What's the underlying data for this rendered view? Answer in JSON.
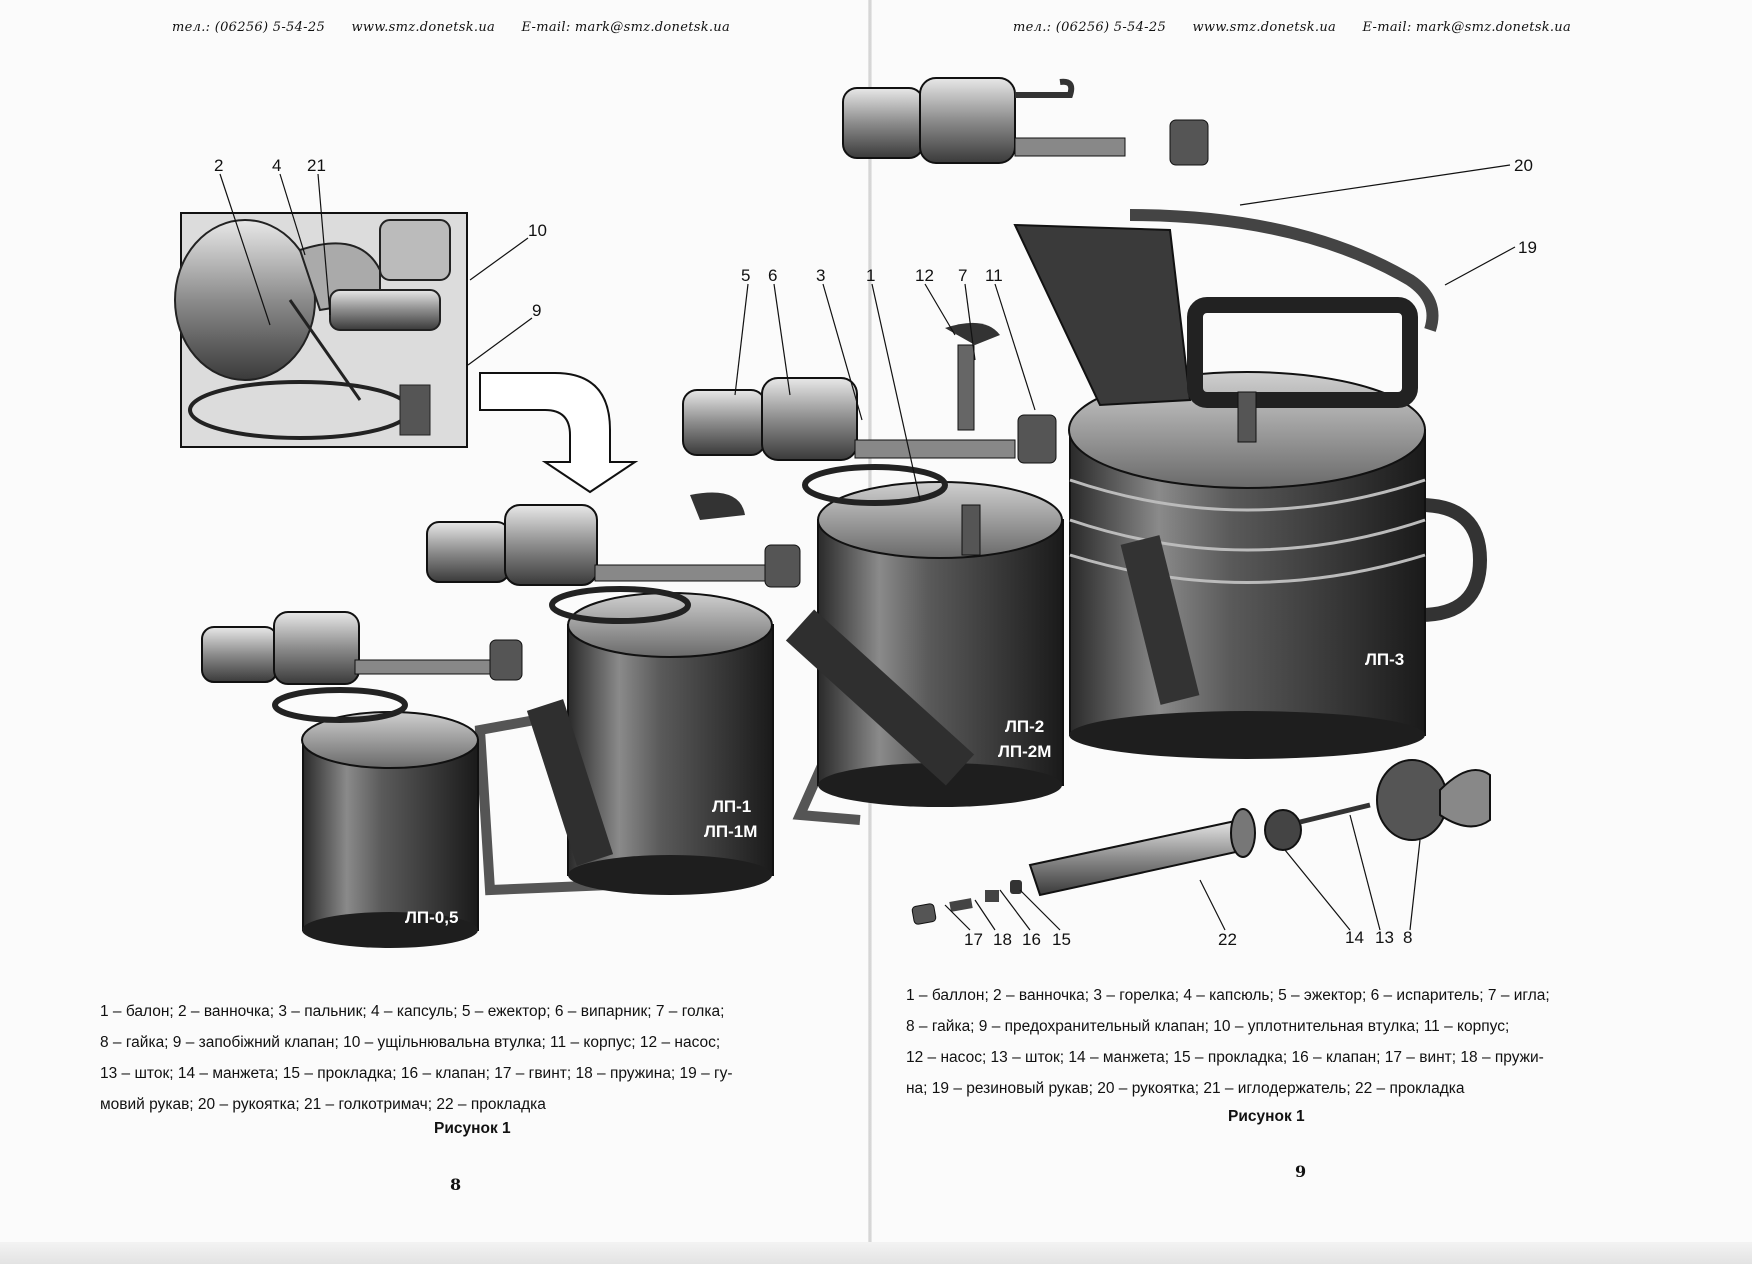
{
  "left_page": {
    "header": {
      "phone": "тел.: (06256) 5-54-25",
      "site": "www.smz.donetsk.ua",
      "email": "E-mail: mark@smz.donetsk.ua"
    },
    "caption_lines": [
      "1 – балон; 2 – ванночка; 3 – пальник; 4 – капсуль; 5 – ежектор; 6 – випарник; 7 – голка;",
      "8 – гайка; 9 – запобіжний клапан; 10 – ущільнювальна втулка; 11 – корпус; 12 – насос;",
      "13 – шток; 14 – манжета; 15 – прокладка; 16 – клапан; 17 – гвинт; 18 – пружина; 19 – гу-",
      "мовий рукав; 20 – рукоятка; 21 – голкотримач; 22 – прокладка"
    ],
    "figure_title": "Рисунок 1",
    "page_number": "8"
  },
  "right_page": {
    "header": {
      "phone": "тел.: (06256) 5-54-25",
      "site": "www.smz.donetsk.ua",
      "email": "E-mail: mark@smz.donetsk.ua"
    },
    "caption_lines": [
      "1 – баллон; 2 – ванночка; 3 – горелка; 4 – капсюль; 5 – эжектор; 6 – испаритель; 7 – игла;",
      "8 – гайка; 9 – предохранительный клапан; 10 – уплотнительная втулка; 11 – корпус;",
      "12 – насос; 13 – шток; 14 – манжета; 15 – прокладка; 16 – клапан; 17 – винт; 18 – пружи-",
      "на; 19 – резиновый рукав; 20 – рукоятка; 21 – иглодержатель; 22 – прокладка"
    ],
    "figure_title": "Рисунок 1",
    "page_number": "9"
  },
  "figure": {
    "models": {
      "lp05": "ЛП-0,5",
      "lp1": "ЛП-1",
      "lp1m": "ЛП-1М",
      "lp2": "ЛП-2",
      "lp2m": "ЛП-2М",
      "lp3": "ЛП-3"
    },
    "callouts": {
      "c2": "2",
      "c4": "4",
      "c21": "21",
      "c10": "10",
      "c9": "9",
      "c5": "5",
      "c6": "6",
      "c3": "3",
      "c1": "1",
      "c12": "12",
      "c7": "7",
      "c11": "11",
      "c20": "20",
      "c19": "19",
      "c17": "17",
      "c18": "18",
      "c16": "16",
      "c15": "15",
      "c22": "22",
      "c14": "14",
      "c13": "13",
      "c8": "8"
    }
  }
}
